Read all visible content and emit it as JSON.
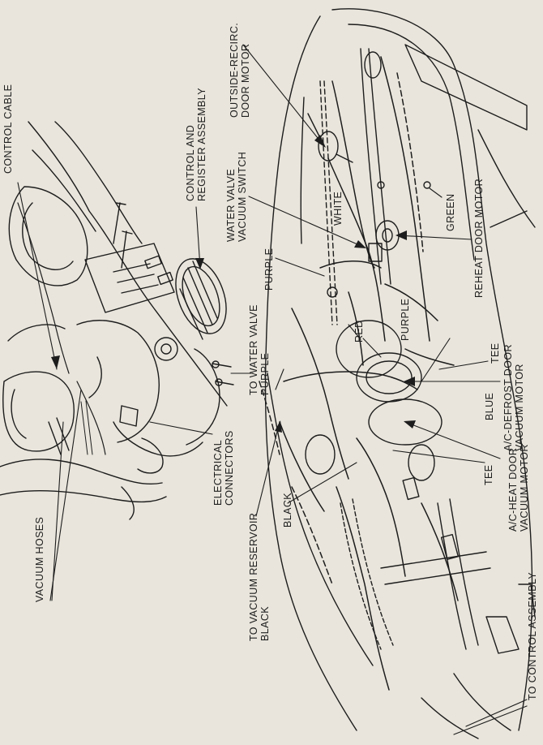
{
  "colors": {
    "paper": "#e9e5dc",
    "ink": "#1d1d1d"
  },
  "labels": {
    "control_cable": "CONTROL CABLE",
    "control_register_line1": "CONTROL AND",
    "control_register_line2": "REGISTER ASSEMBLY",
    "outside_recirc_line1": "OUTSIDE-RECIRC.",
    "outside_recirc_line2": "DOOR MOTOR",
    "water_valve_switch_line1": "WATER VALVE",
    "water_valve_switch_line2": "VACUUM SWITCH",
    "white": "WHITE",
    "green": "GREEN",
    "reheat_door_motor": "REHEAT DOOR MOTOR",
    "purple_top": "PURPLE",
    "purple_right": "PURPLE",
    "red": "RED",
    "tee_upper": "TEE",
    "ac_defrost_line1": "A/C-DEFROST DOOR",
    "ac_defrost_line2": "VACUUM MOTOR",
    "blue": "BLUE",
    "to_water_valve_line1": "TO WATER VALVE",
    "to_water_valve_line2": "PURPLE",
    "electrical_line1": "ELECTRICAL",
    "electrical_line2": "CONNECTORS",
    "tee_lower": "TEE",
    "ac_heat_line1": "A/C-HEAT DOOR",
    "ac_heat_line2": "VACUUM MOTOR",
    "black": "BLACK",
    "to_vacuum_reservoir_line1": "TO VACUUM RESERVOIR",
    "to_vacuum_reservoir_line2": "BLACK",
    "vacuum_hoses": "VACUUM HOSES",
    "to_control_assembly": "TO CONTROL ASSEMBLY"
  }
}
